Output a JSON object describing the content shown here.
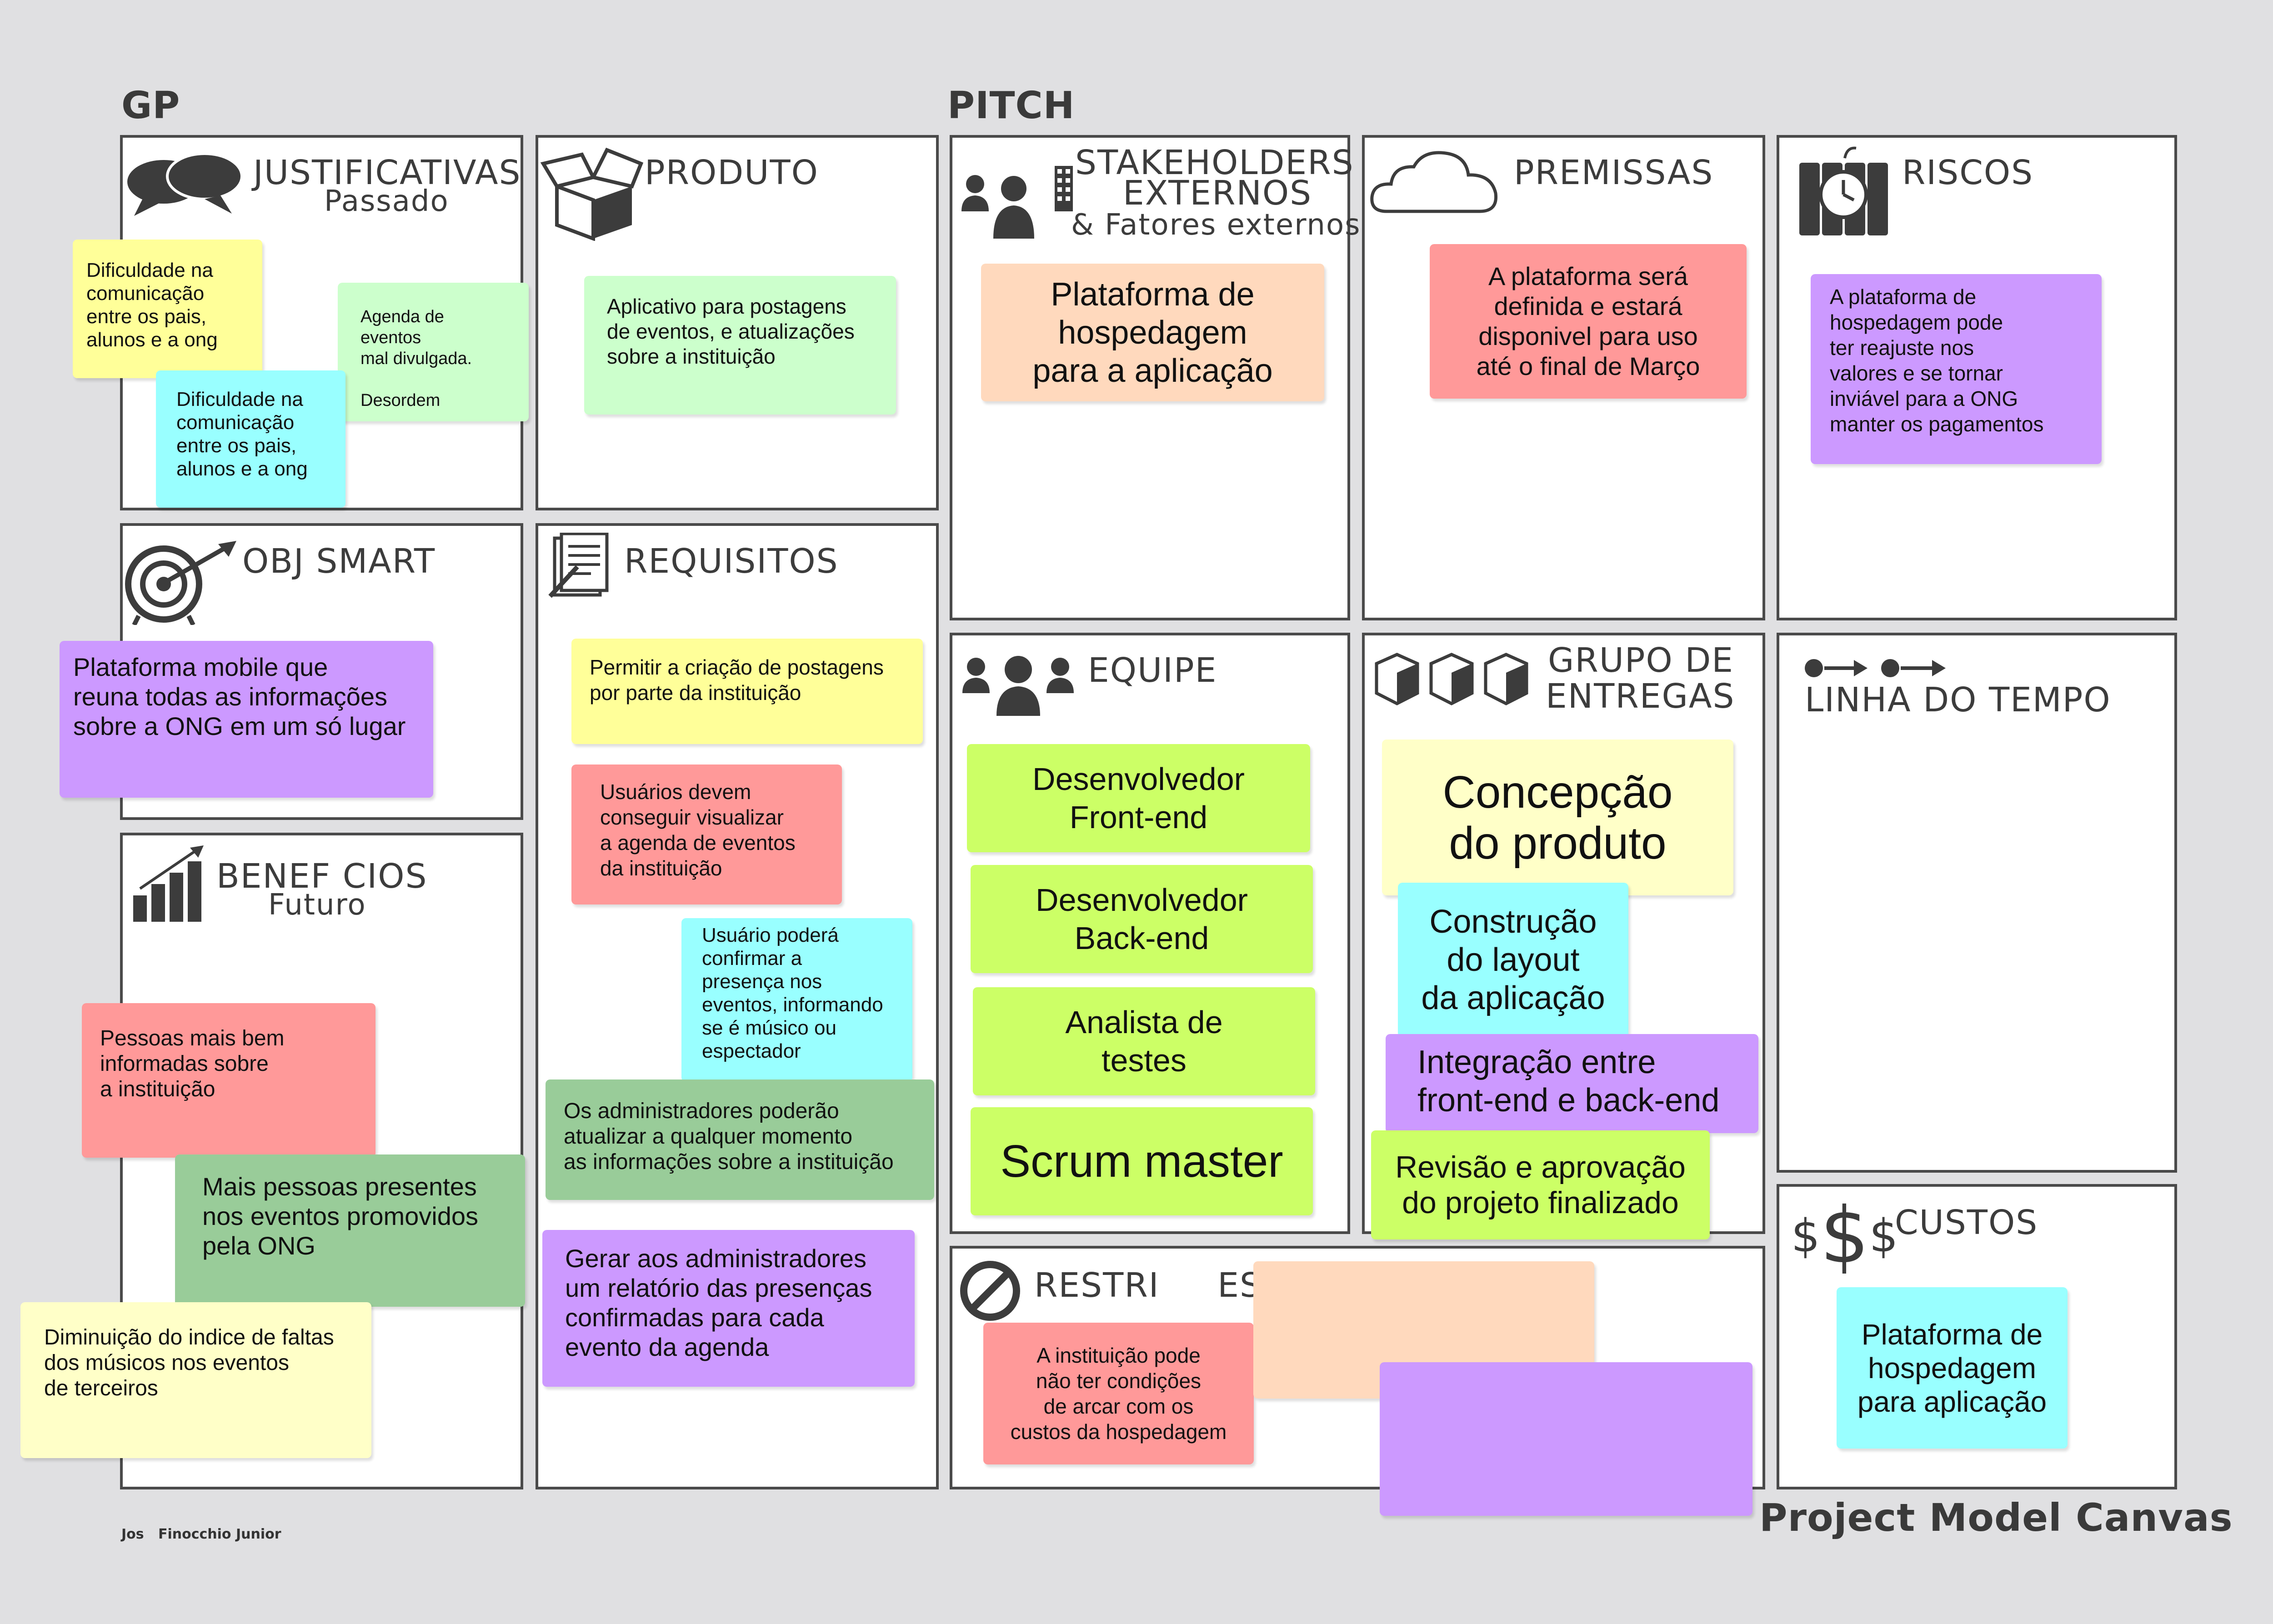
{
  "section_labels": {
    "gp": "GP",
    "pitch": "PITCH"
  },
  "blocks": {
    "justificativas": {
      "title": "JUSTIFICATIVAS",
      "subtitle": "Passado",
      "icon": "speech-bubbles-icon"
    },
    "produto": {
      "title": "PRODUTO",
      "icon": "open-box-icon"
    },
    "stakeholders": {
      "title_line1": "STAKEHOLDERS",
      "title_line2": "EXTERNOS",
      "subtitle": "& Fatores externos",
      "icon": "people-building-icon"
    },
    "premissas": {
      "title": "PREMISSAS",
      "icon": "cloud-icon"
    },
    "riscos": {
      "title": "RISCOS",
      "icon": "dynamite-clock-icon"
    },
    "obj_smart": {
      "title": "OBJ SMART",
      "icon": "target-arrow-icon"
    },
    "requisitos": {
      "title": "REQUISITOS",
      "icon": "checklist-pen-icon"
    },
    "beneficios": {
      "title": "BENEF CIOS",
      "subtitle": "Futuro",
      "icon": "growth-chart-icon"
    },
    "equipe": {
      "title": "EQUIPE",
      "icon": "team-people-icon"
    },
    "grupo_entregas": {
      "title_line1": "GRUPO DE",
      "title_line2": "ENTREGAS",
      "icon": "boxes-icon"
    },
    "linha_tempo": {
      "title": "LINHA DO TEMPO",
      "icon": "timeline-arrows-icon"
    },
    "restricoes": {
      "title": "RESTRI     ES",
      "icon": "prohibited-icon"
    },
    "custos": {
      "title": "CUSTOS",
      "icon": "dollar-signs-icon",
      "glyph_small": "$",
      "glyph_big": "$"
    }
  },
  "notes": {
    "just_1": "Dificuldade na\ncomunicação\nentre os pais,\nalunos e a ong",
    "just_2": "Agenda de eventos\nmal divulgada.\n\nDesordem",
    "just_3": "Dificuldade na\ncomunicação\nentre os pais,\nalunos e a ong",
    "prod_1": "Aplicativo para postagens\nde eventos, e atualizações\nsobre a instituição",
    "stake_1": "Plataforma de\nhospedagem\npara a aplicação",
    "prem_1": "A plataforma será\ndefinida e estará\ndisponivel para uso\naté o final de Março",
    "risc_1": "A plataforma de\nhospedagem pode\nter reajuste nos\nvalores e se tornar\ninviável para a ONG\nmanter os pagamentos",
    "obj_1": "Plataforma mobile que\nreuna todas as informações\nsobre a ONG em um só lugar",
    "req_1": "Permitir a criação de postagens\npor parte da instituição",
    "req_2": "Usuários devem\nconseguir visualizar\na agenda de eventos\nda instituição",
    "req_3": "Usuário poderá\nconfirmar a\npresença nos\neventos, informando\nse é músico ou\nespectador",
    "req_4": "Os administradores poderão\natualizar a qualquer momento\nas informações sobre a instituição",
    "req_5": "Gerar aos administradores\num relatório das presenças\nconfirmadas para cada\nevento da agenda",
    "ben_1": "Pessoas mais bem\ninformadas sobre\na instituição",
    "ben_2": "Mais pessoas presentes\nnos eventos promovidos\npela ONG",
    "ben_3": "Diminuição do indice de faltas\ndos músicos nos eventos\nde terceiros",
    "eq_1": "Desenvolvedor\nFront-end",
    "eq_2": "Desenvolvedor\nBack-end",
    "eq_3": "Analista de\ntestes",
    "eq_4": "Scrum master",
    "ent_1": "Concepção\ndo produto",
    "ent_2": "Construção\ndo layout\nda aplicação",
    "ent_3": "Integração entre\nfront-end e back-end",
    "ent_4": "Revisão e aprovação\ndo projeto finalizado",
    "rest_1": "A instituição pode\nnão ter condições\nde arcar com os\ncustos da hospedagem",
    "cust_1": "Plataforma de\nhospedagem\npara aplicação"
  },
  "footer": {
    "author": "Jos   Finocchio Junior",
    "brand": "Project Model Canvas"
  },
  "colors": {
    "yellow": "#ffff99",
    "green": "#ccffcc",
    "cyan": "#99ffff",
    "purple": "#cc99ff",
    "red": "#ff9999",
    "peach": "#ffd9bd",
    "lime": "#ccff66",
    "dark_green": "#99cc99",
    "light_yellow": "#ffffc8"
  }
}
